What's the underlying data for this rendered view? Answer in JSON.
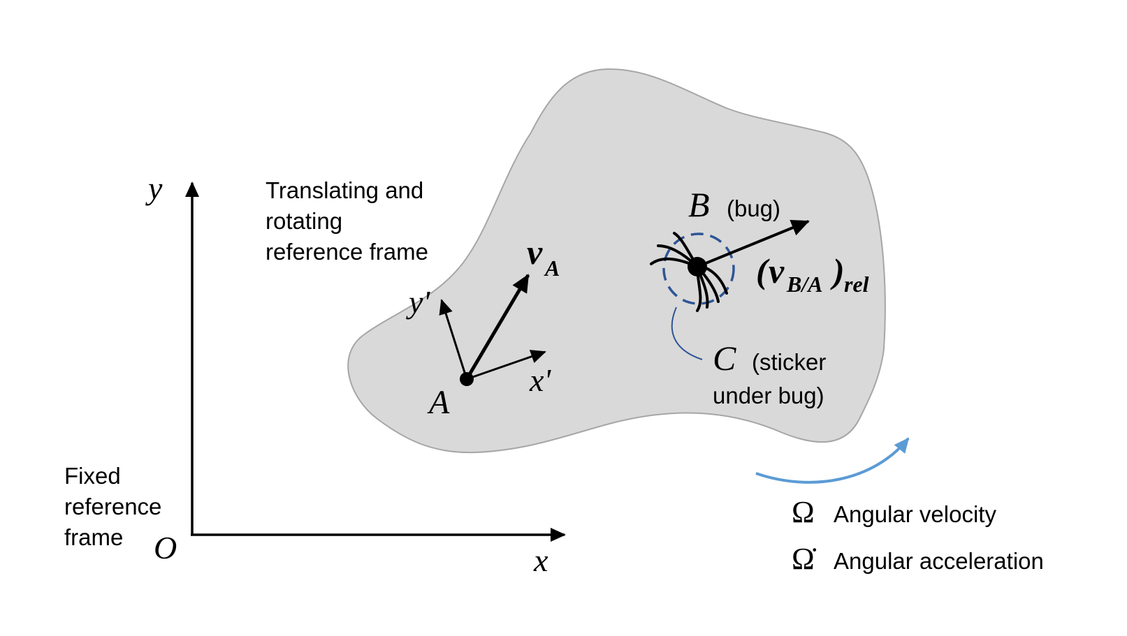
{
  "diagram": {
    "title": "Relative motion with translating and rotating reference frame",
    "fixed_frame": {
      "label_lines": [
        "Fixed",
        "reference",
        "frame"
      ],
      "origin_label": "O",
      "x_axis_label": "x",
      "y_axis_label": "y"
    },
    "moving_frame": {
      "label_lines": [
        "Translating and",
        "rotating",
        "reference frame"
      ],
      "point_label": "A",
      "x_axis_label": "x'",
      "y_axis_label": "y'",
      "velocity_label": "v",
      "velocity_subscript": "A"
    },
    "bug": {
      "point_label": "B",
      "point_note": "(bug)",
      "rel_velocity_open": "(",
      "rel_velocity_symbol": "v",
      "rel_velocity_subscript": "B/A",
      "rel_velocity_close": ")",
      "rel_velocity_suffix": "rel"
    },
    "sticker": {
      "point_label": "C",
      "note_lines": [
        "(sticker",
        "under bug)"
      ]
    },
    "legend": [
      {
        "symbol": "Ω",
        "label": "Angular velocity"
      },
      {
        "symbol": "Ω̇",
        "label": "Angular acceleration"
      }
    ],
    "colors": {
      "body_fill": "#d9d9d9",
      "body_stroke": "#a6a6a6",
      "sticker_stroke": "#2f5597",
      "rotation_arrow": "#5b9bd5",
      "ink": "#000000"
    }
  }
}
